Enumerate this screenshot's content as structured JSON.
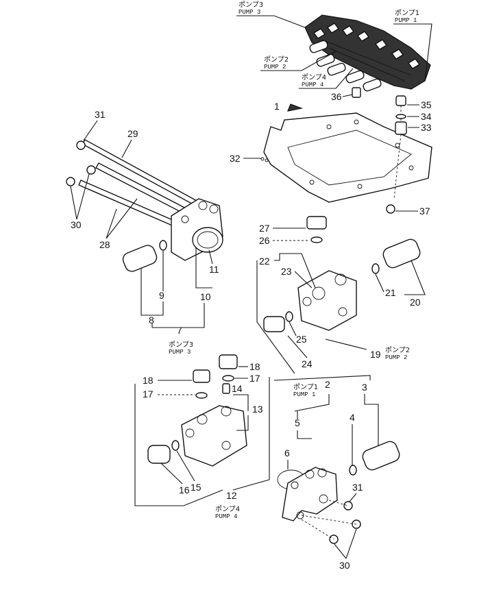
{
  "labels": {
    "p1": "1",
    "p2": "2",
    "p3": "3",
    "p4": "4",
    "p5": "5",
    "p6": "6",
    "p7": "7",
    "p8": "8",
    "p9": "9",
    "p10": "10",
    "p11": "11",
    "p12": "12",
    "p13": "13",
    "p14": "14",
    "p15": "15",
    "p16": "16",
    "p17a": "17",
    "p17b": "17",
    "p18a": "18",
    "p18b": "18",
    "p19": "19",
    "p20": "20",
    "p21": "21",
    "p22": "22",
    "p23": "23",
    "p24": "24",
    "p25": "25",
    "p26": "26",
    "p27": "27",
    "p28": "28",
    "p29": "29",
    "p30a": "30",
    "p30b": "30",
    "p31a": "31",
    "p31b": "31",
    "p32": "32",
    "p33": "33",
    "p34": "34",
    "p35": "35",
    "p36": "36",
    "p37": "37"
  },
  "pumps": {
    "pump3_top_jp": "ポンプ3",
    "pump3_top_en": "PUMP 3",
    "pump1_top_jp": "ポンプ1",
    "pump1_top_en": "PUMP 1",
    "pump2_top_jp": "ポンプ2",
    "pump2_top_en": "PUMP 2",
    "pump4_top_jp": "ポンプ4",
    "pump4_top_en": "PUMP 4",
    "pump3_mid_jp": "ポンプ3",
    "pump3_mid_en": "PUMP 3",
    "pump2_mid_jp": "ポンプ2",
    "pump2_mid_en": "PUMP 2",
    "pump1_mid_jp": "ポンプ1",
    "pump1_mid_en": "PUMP 1",
    "pump4_bot_jp": "ポンプ4",
    "pump4_bot_en": "PUMP 4"
  }
}
